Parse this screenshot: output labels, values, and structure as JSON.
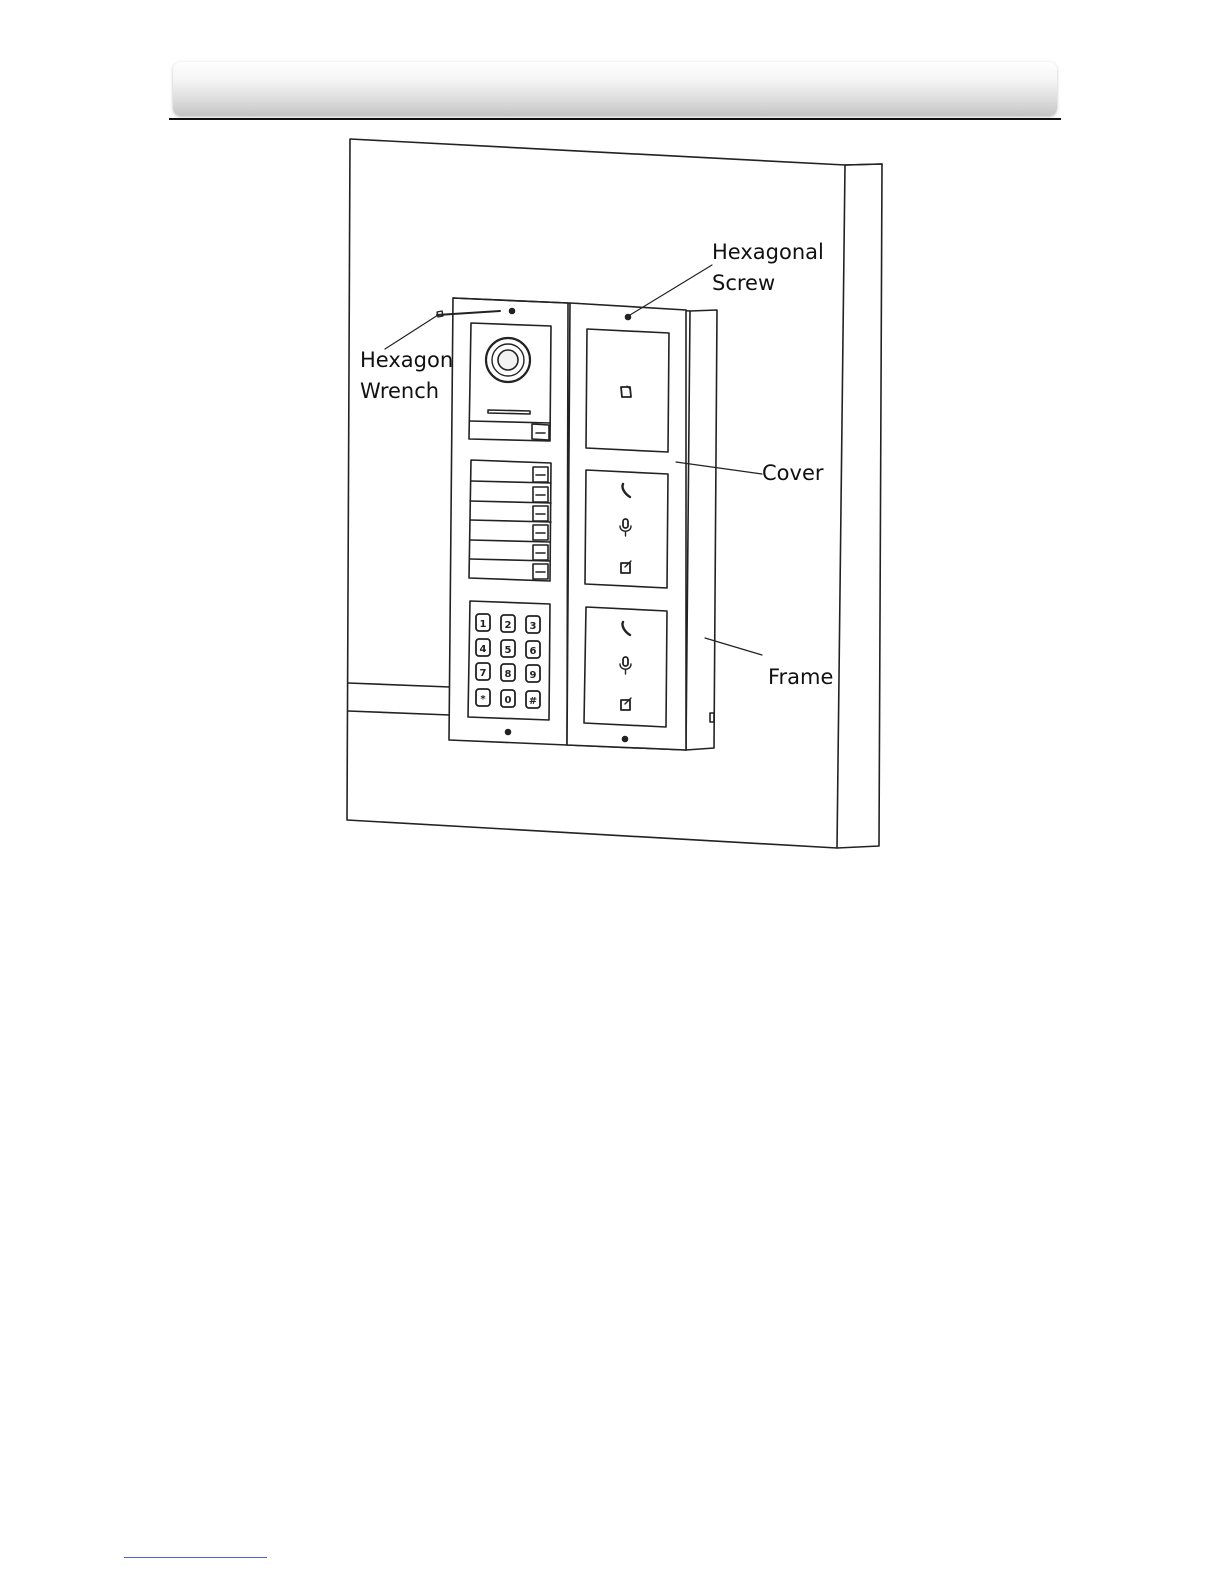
{
  "header": {
    "bar_color": "#d9d9d9",
    "rule_color": "#111111"
  },
  "figure": {
    "labels": {
      "hexagonal_screw_line1": "Hexagonal",
      "hexagonal_screw_line2": "Screw",
      "hexagon_wrench_line1": "Hexagon",
      "hexagon_wrench_line2": "Wrench",
      "cover": "Cover",
      "frame": "Frame"
    },
    "keypad_keys": [
      "1",
      "2",
      "3",
      "4",
      "5",
      "6",
      "7",
      "8",
      "9",
      "*",
      "0",
      "#"
    ],
    "icons": [
      "camera-icon",
      "card-icon",
      "phone-icon",
      "mic-icon",
      "unlock-icon"
    ]
  }
}
